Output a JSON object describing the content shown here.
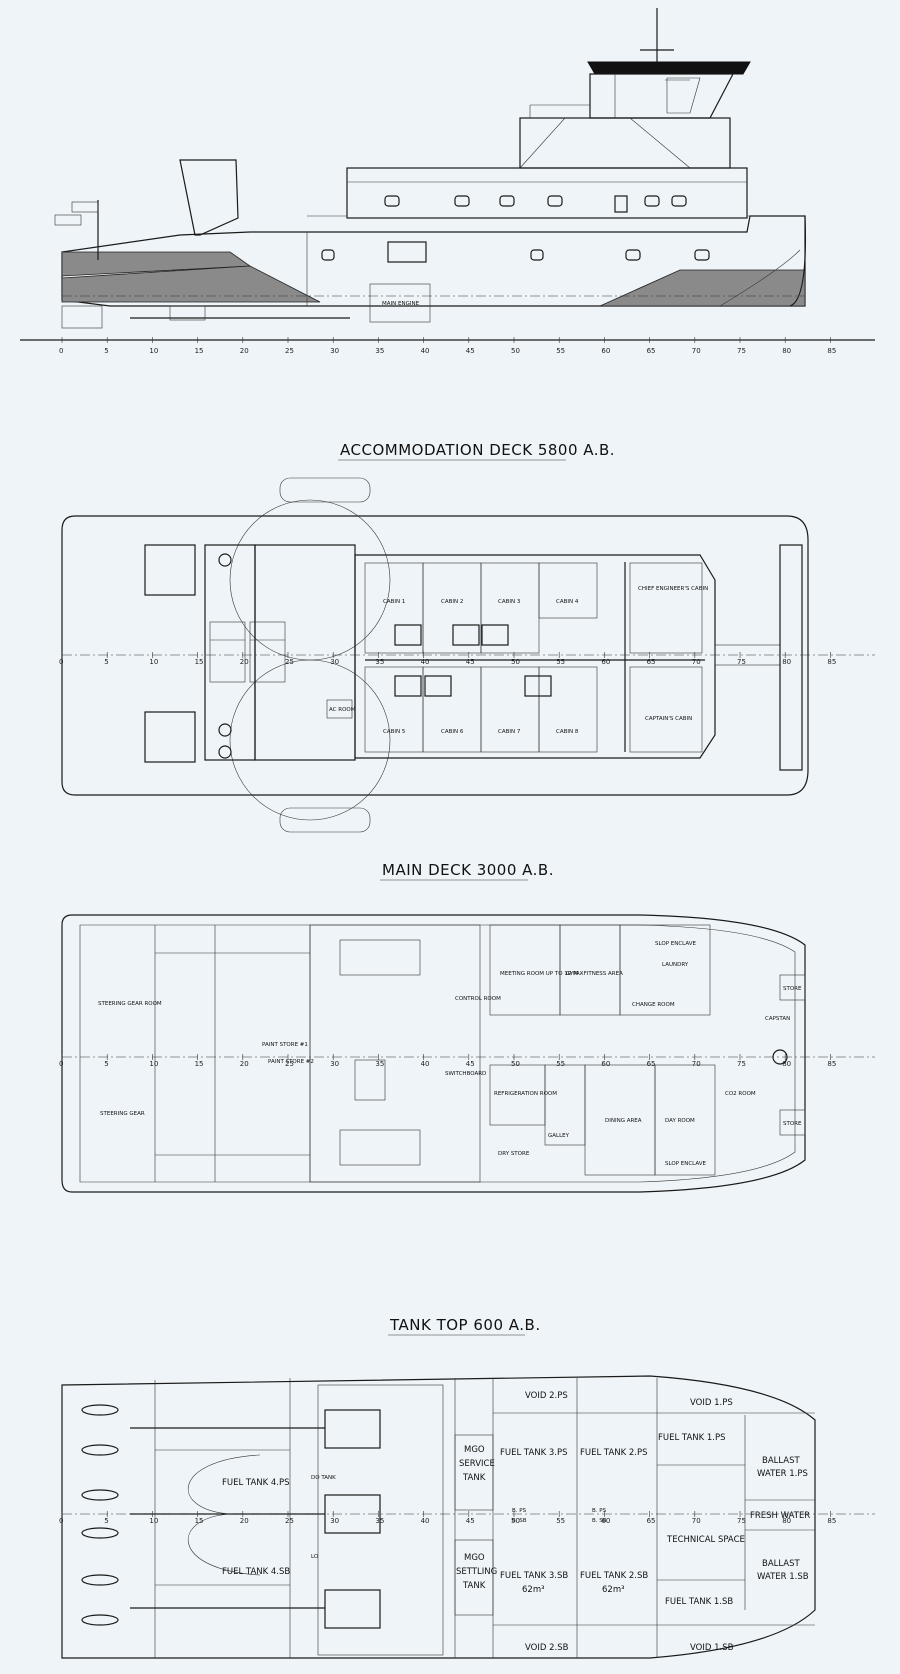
{
  "sections": {
    "accommodation_title": "ACCOMMODATION DECK 5800 A.B.",
    "main_title": "MAIN DECK 3000 A.B.",
    "tank_title": "TANK TOP 600 A.B."
  },
  "frame_numbers": [
    "0",
    "5",
    "10",
    "15",
    "20",
    "25",
    "30",
    "35",
    "40",
    "45",
    "50",
    "55",
    "60",
    "65",
    "70",
    "75",
    "80",
    "85"
  ],
  "profile_labels": {
    "main_engine": "MAIN ENGINE"
  },
  "accommodation_labels": {
    "cabins_ps": [
      "CABIN 1",
      "CABIN 2",
      "CABIN 3",
      "CABIN 4"
    ],
    "cabins_sb": [
      "CABIN 5",
      "CABIN 6",
      "CABIN 7",
      "CABIN 8"
    ],
    "chief_engineer": "CHIEF ENGINEER'S CABIN",
    "captain": "CAPTAIN'S CABIN",
    "ac_room": "AC ROOM"
  },
  "main_deck_labels": {
    "steering_ps": "STEERING GEAR ROOM",
    "steering_sb": "STEERING GEAR",
    "paint_store_1": "PAINT STORE #1",
    "paint_store_2": "PAINT STORE #2",
    "control_room": "CONTROL ROOM",
    "switchboard": "SWITCHBOARD",
    "meeting_room": "MEETING ROOM UP TO 10 PAX",
    "gym": "GYM - FITNESS AREA",
    "laundry": "LAUNDRY",
    "change_room": "CHANGE ROOM",
    "slop_ps": "SLOP ENCLAVE",
    "slop_sb": "SLOP ENCLAVE",
    "store_ps": "STORE",
    "store_sb": "STORE",
    "capstan": "CAPSTAN",
    "refrigeration": "REFRIGERATION ROOM",
    "galley": "GALLEY",
    "dry_store": "DRY STORE",
    "dining": "DINING AREA",
    "day_room": "DAY ROOM",
    "co2": "CO2 ROOM"
  },
  "tank_labels": {
    "void_2_ps": "VOID 2.PS",
    "void_1_ps": "VOID 1.PS",
    "void_2_sb": "VOID 2.SB",
    "void_1_sb": "VOID 1.SB",
    "fuel_4_ps": "FUEL TANK 4.PS",
    "fuel_4_sb": "FUEL TANK 4.SB",
    "fuel_3_ps": "FUEL TANK 3.PS",
    "fuel_2_ps": "FUEL TANK 2.PS",
    "fuel_1_ps": "FUEL TANK 1.PS",
    "fuel_3_sb": "FUEL TANK 3.SB",
    "fuel_3_sb_vol": "62m³",
    "fuel_2_sb": "FUEL TANK 2.SB",
    "fuel_2_sb_vol": "62m³",
    "fuel_1_sb": "FUEL TANK 1.SB",
    "mgo_service_1": "MGO",
    "mgo_service_2": "SERVICE",
    "mgo_service_3": "TANK",
    "mgo_settling_1": "MGO",
    "mgo_settling_2": "SETTLING",
    "mgo_settling_3": "TANK",
    "do_tank": "DO TANK",
    "lo_tank": "LO",
    "ballast_ps_1": "BALLAST",
    "ballast_ps_2": "WATER 1.PS",
    "ballast_sb_1": "BALLAST",
    "ballast_sb_2": "WATER 1.SB",
    "fresh_water": "FRESH WATER",
    "technical_space": "TECHNICAL SPACE",
    "b_ps_1": "B. PS",
    "b_sb_1": "B. SB",
    "b_ps_2": "B. PS",
    "b_sb_2": "B. SB"
  }
}
